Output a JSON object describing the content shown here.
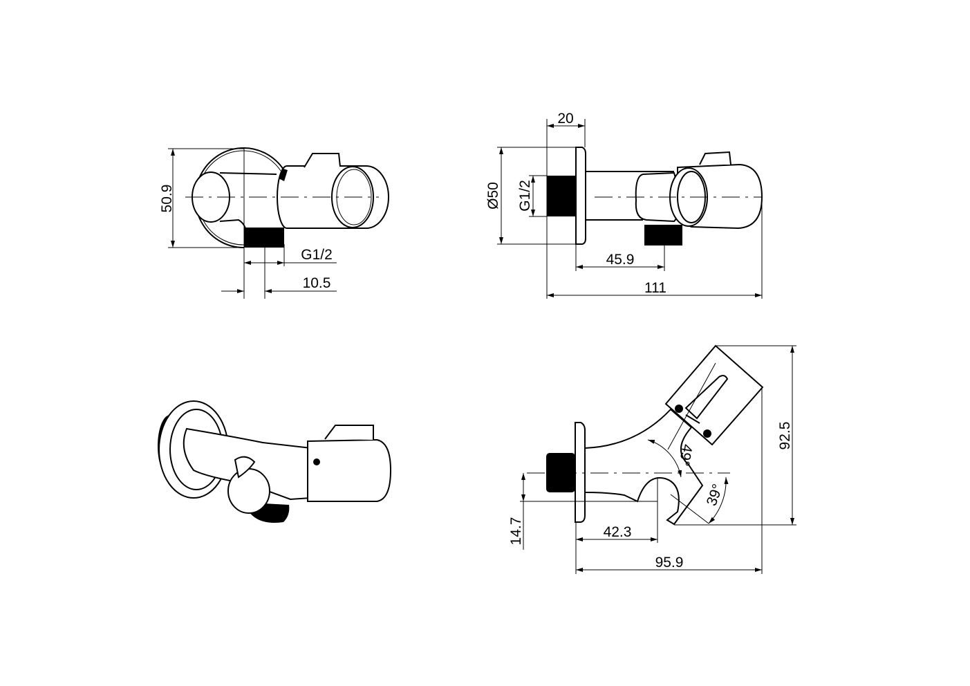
{
  "views": {
    "front": {
      "height": "50.9",
      "thread": "G1/2",
      "offset": "10.5"
    },
    "side": {
      "flange_depth": "20",
      "flange_diameter": "Ø50",
      "thread": "G1/2",
      "outlet_distance": "45.9",
      "total_length": "111"
    },
    "angled": {
      "total_height": "92.5",
      "outlet_offset": "14.7",
      "outlet_distance": "42.3",
      "total_length": "95.9",
      "angle_upper": "49°",
      "angle_lower": "39°"
    }
  }
}
